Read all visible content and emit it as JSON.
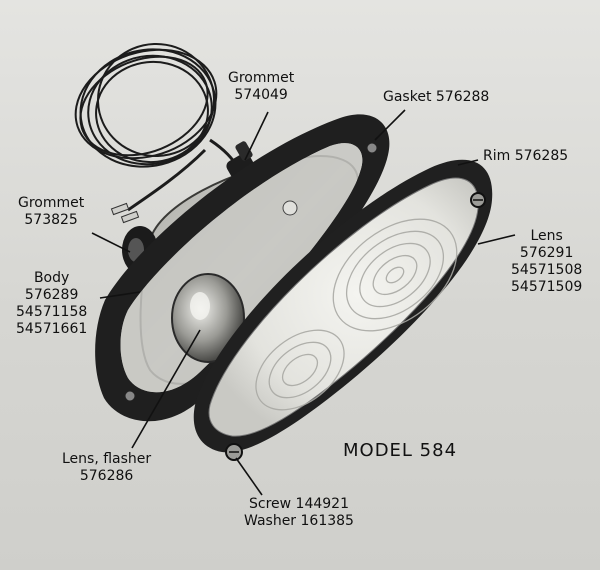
{
  "colors": {
    "paper": "#d9d9d6",
    "ink": "#111111",
    "rubber": "#1e1e1e",
    "metal": "#b8b8b4",
    "lens": "#ebebe7"
  },
  "diagram": {
    "model": "MODEL 584",
    "callouts": {
      "grommet_top": [
        "Grommet",
        "574049"
      ],
      "gasket": [
        "Gasket 576288"
      ],
      "rim": [
        "Rim 576285"
      ],
      "grommet_left": [
        "Grommet",
        "573825"
      ],
      "lens": [
        "Lens",
        "576291",
        "54571508",
        "54571509"
      ],
      "body": [
        "Body",
        "576289",
        "54571158",
        "54571661"
      ],
      "lens_flasher": [
        "Lens, flasher",
        "576286"
      ],
      "screw_washer": [
        "Screw 144921",
        "Washer 161385"
      ]
    }
  }
}
